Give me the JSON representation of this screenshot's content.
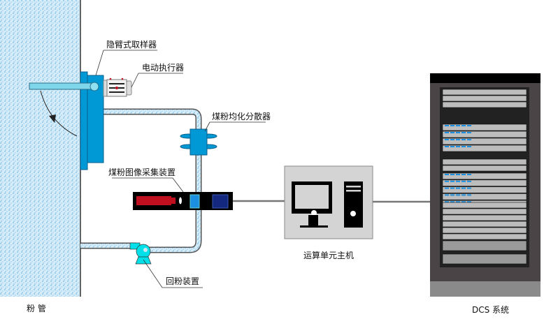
{
  "labels": {
    "sampler": "隐臂式取样器",
    "actuator": "电动执行器",
    "disperser": "煤粉均化分散器",
    "image_device": "煤粉图像采集装置",
    "return_device": "回粉装置",
    "pipe": "粉  管",
    "host": "运算单元主机",
    "dcs": "DCS 系统"
  },
  "colors": {
    "pipe_fill": "#cfe8f5",
    "sampler_blue": "#0099d6",
    "device_red": "#c0101f",
    "device_blue": "#1b8fe0",
    "device_navy": "#15287f",
    "fan_cyan": "#00e0e8",
    "host_gray": "#d4d4d4",
    "rack_dark": "#4a4446"
  }
}
